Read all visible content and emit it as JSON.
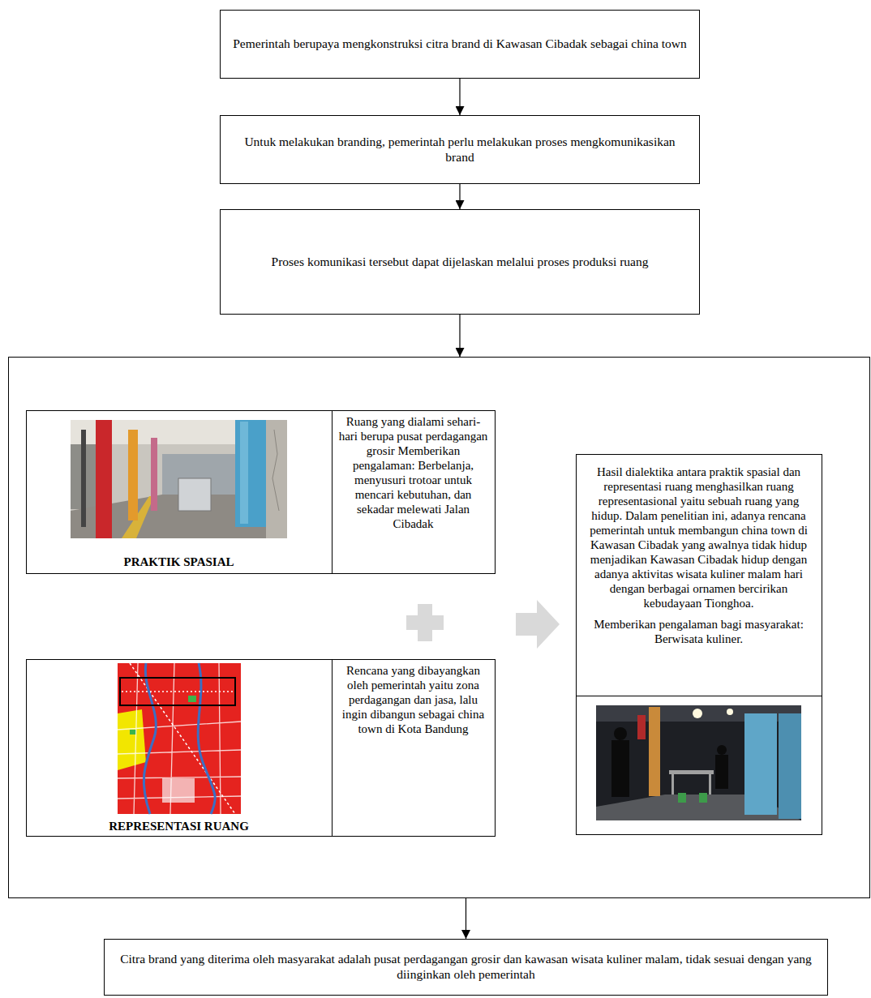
{
  "diagram": {
    "nodes": [
      {
        "text": [
          "Pemerintah berupaya mengkonstruksi citra brand di Kawasan Cibadak sebagai china town"
        ]
      },
      {
        "text": [
          "Untuk melakukan branding, pemerintah perlu melakukan proses mengkomunikasikan brand"
        ]
      },
      {
        "text": [
          "Proses komunikasi tersebut dapat dijelaskan melalui proses produksi ruang"
        ]
      },
      {
        "text": []
      },
      {
        "text": [
          "PRAKTIK SPASIAL",
          "Ruang yang dialami sehari-hari berupa pusat perdagangan grosir Memberikan pengalaman: Berbelanja, menyusuri trotoar untuk mencari kebutuhan, dan sekadar melewati Jalan Cibadak"
        ],
        "in": 3
      },
      {
        "text": [
          "REPRESENTASI RUANG",
          "Rencana yang dibayangkan oleh pemerintah yaitu zona perdagangan dan jasa, lalu ingin dibangun sebagai china town di Kota Bandung"
        ],
        "in": 3
      },
      {
        "text": [
          "Hasil dialektika antara praktik spasial dan representasi ruang menghasilkan ruang representasional yaitu sebuah ruang yang hidup. Dalam penelitian ini, adanya rencana pemerintah untuk membangun china town di Kawasan Cibadak yang awalnya tidak hidup menjadikan Kawasan Cibadak hidup dengan adanya aktivitas wisata kuliner malam hari dengan berbagai ornamen bercirikan kebudayaan Tionghoa.",
          "Memberikan pengalaman bagi masyarakat: Berwisata kuliner."
        ],
        "in": 3
      },
      {
        "text": [
          "Citra brand yang diterima oleh masyarakat adalah pusat perdagangan grosir dan kawasan wisata kuliner malam, tidak sesuai dengan yang diinginkan oleh pemerintah"
        ]
      }
    ],
    "edges": [
      {
        "from": 0,
        "to": 1,
        "arrow": "to"
      },
      {
        "from": 1,
        "to": 2,
        "arrow": "to"
      },
      {
        "from": 2,
        "to": 3,
        "arrow": "to"
      },
      {
        "from": 3,
        "to": 7,
        "arrow": "to"
      }
    ]
  }
}
